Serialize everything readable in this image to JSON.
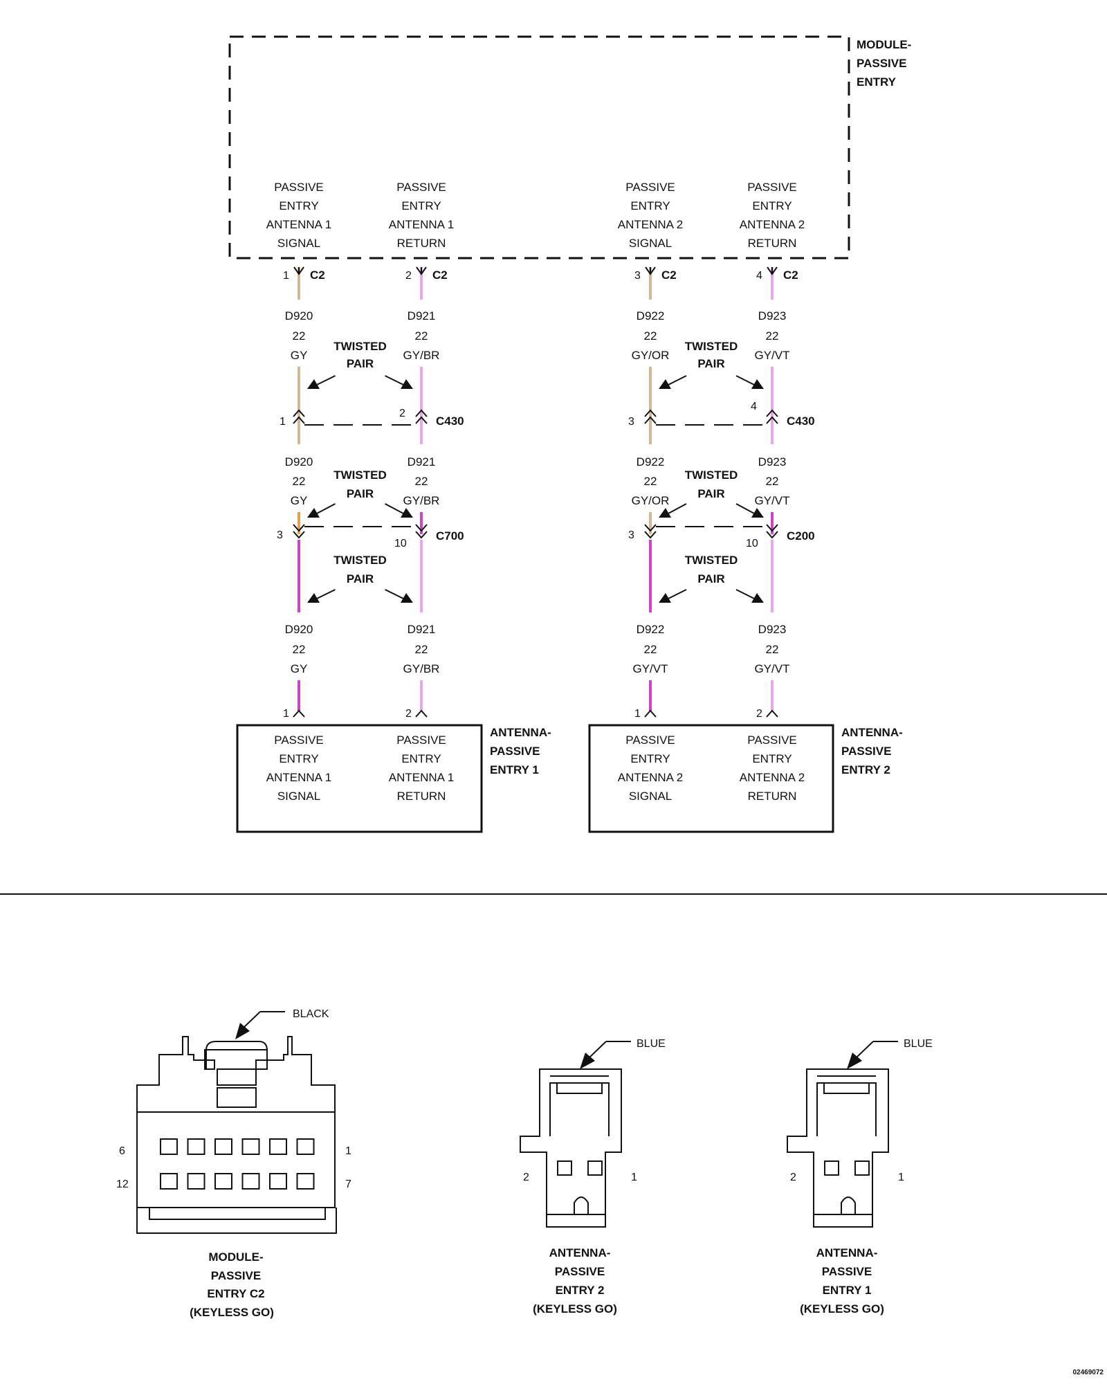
{
  "module": {
    "name": [
      "MODULE-",
      "PASSIVE",
      "ENTRY"
    ],
    "connector": "C2",
    "pins": [
      {
        "pin": "1",
        "label": [
          "PASSIVE",
          "ENTRY",
          "ANTENNA 1",
          "SIGNAL"
        ]
      },
      {
        "pin": "2",
        "label": [
          "PASSIVE",
          "ENTRY",
          "ANTENNA 1",
          "RETURN"
        ]
      },
      {
        "pin": "3",
        "label": [
          "PASSIVE",
          "ENTRY",
          "ANTENNA 2",
          "SIGNAL"
        ]
      },
      {
        "pin": "4",
        "label": [
          "PASSIVE",
          "ENTRY",
          "ANTENNA 2",
          "RETURN"
        ]
      }
    ]
  },
  "colors": {
    "tan": "#d4b896",
    "orange": "#e0a050",
    "magenta": "#cc44cc",
    "pink": "#e9a6e9",
    "ink": "#111111"
  },
  "twisted_pair_label": [
    "TWISTED",
    "PAIR"
  ],
  "wires": [
    {
      "segments": [
        {
          "circuit": "D920",
          "gauge": "22",
          "color": "GY",
          "stroke": "tan"
        },
        {
          "circuit": "D920",
          "gauge": "22",
          "color": "GY",
          "stroke": "orange"
        },
        {
          "circuit": "D920",
          "gauge": "22",
          "color": "GY",
          "stroke": "magenta"
        }
      ],
      "junction_pins": [
        "1",
        "3"
      ],
      "antenna_pin": "1"
    },
    {
      "segments": [
        {
          "circuit": "D921",
          "gauge": "22",
          "color": "GY/BR",
          "stroke": "pink"
        },
        {
          "circuit": "D921",
          "gauge": "22",
          "color": "GY/BR",
          "stroke": "magenta"
        },
        {
          "circuit": "D921",
          "gauge": "22",
          "color": "GY/BR",
          "stroke": "pink"
        }
      ],
      "junction_pins": [
        "2",
        "10"
      ],
      "antenna_pin": "2"
    },
    {
      "segments": [
        {
          "circuit": "D922",
          "gauge": "22",
          "color": "GY/OR",
          "stroke": "tan"
        },
        {
          "circuit": "D922",
          "gauge": "22",
          "color": "GY/OR",
          "stroke": "tan"
        },
        {
          "circuit": "D922",
          "gauge": "22",
          "color": "GY/VT",
          "stroke": "magenta"
        }
      ],
      "junction_pins": [
        "3",
        "3"
      ],
      "antenna_pin": "1"
    },
    {
      "segments": [
        {
          "circuit": "D923",
          "gauge": "22",
          "color": "GY/VT",
          "stroke": "pink"
        },
        {
          "circuit": "D923",
          "gauge": "22",
          "color": "GY/VT",
          "stroke": "magenta"
        },
        {
          "circuit": "D923",
          "gauge": "22",
          "color": "GY/VT",
          "stroke": "pink"
        }
      ],
      "junction_pins": [
        "4",
        "10"
      ],
      "antenna_pin": "2"
    }
  ],
  "inline_connectors": {
    "left": [
      "C430",
      "C700"
    ],
    "right": [
      "C430",
      "C200"
    ]
  },
  "antennas": [
    {
      "name": [
        "ANTENNA-",
        "PASSIVE",
        "ENTRY 1"
      ],
      "pins": [
        [
          "PASSIVE",
          "ENTRY",
          "ANTENNA 1",
          "SIGNAL"
        ],
        [
          "PASSIVE",
          "ENTRY",
          "ANTENNA 1",
          "RETURN"
        ]
      ]
    },
    {
      "name": [
        "ANTENNA-",
        "PASSIVE",
        "ENTRY 2"
      ],
      "pins": [
        [
          "PASSIVE",
          "ENTRY",
          "ANTENNA 2",
          "SIGNAL"
        ],
        [
          "PASSIVE",
          "ENTRY",
          "ANTENNA 2",
          "RETURN"
        ]
      ]
    }
  ],
  "connector_views": [
    {
      "color": "BLACK",
      "caption": [
        "MODULE-",
        "PASSIVE",
        "ENTRY C2",
        "(KEYLESS GO)"
      ],
      "pin_labels": [
        "6",
        "1",
        "12",
        "7"
      ]
    },
    {
      "color": "BLUE",
      "caption": [
        "ANTENNA-",
        "PASSIVE",
        "ENTRY 2",
        "(KEYLESS GO)"
      ],
      "pin_labels": [
        "2",
        "1"
      ]
    },
    {
      "color": "BLUE",
      "caption": [
        "ANTENNA-",
        "PASSIVE",
        "ENTRY 1",
        "(KEYLESS GO)"
      ],
      "pin_labels": [
        "2",
        "1"
      ]
    }
  ],
  "figure_id": "02469072"
}
